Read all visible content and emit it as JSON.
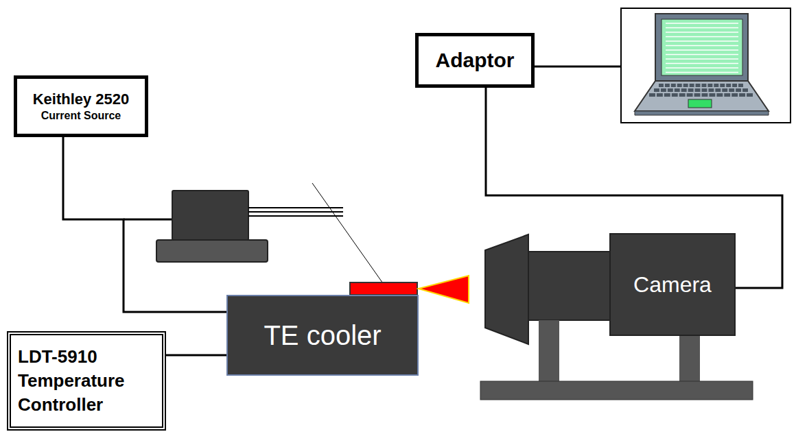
{
  "diagram": {
    "nodes": [
      {
        "text": [
          "Keithley 2520",
          "Current Source"
        ]
      },
      {
        "text": [
          "Adaptor"
        ]
      },
      {
        "text": [
          "TE cooler"
        ]
      },
      {
        "text": [
          "LDT-5910 Temperature Controller"
        ]
      },
      {
        "text": [
          "Camera"
        ]
      }
    ],
    "edges": [
      {
        "from": 0,
        "to": 2,
        "arrow": "none"
      },
      {
        "from": 3,
        "to": 2,
        "arrow": "none"
      },
      {
        "from": 1,
        "to": 4,
        "arrow": "none"
      }
    ]
  }
}
